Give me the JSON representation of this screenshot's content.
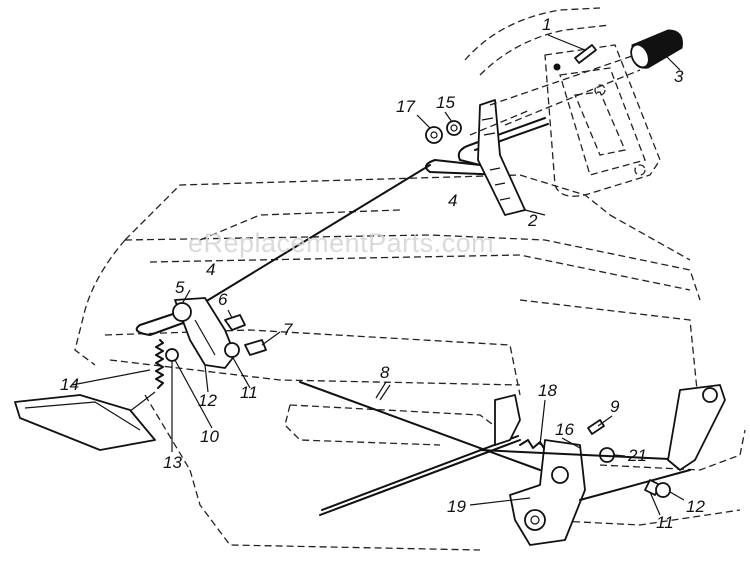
{
  "watermark": "eReplacementParts.com",
  "callouts": {
    "c1": "1",
    "c2": "2",
    "c3": "3",
    "c4_top": "4",
    "c4_left": "4",
    "c5": "5",
    "c6": "6",
    "c7": "7",
    "c8": "8",
    "c9": "9",
    "c10": "10",
    "c11_left": "11",
    "c11_right": "11",
    "c12_left": "12",
    "c12_right": "12",
    "c13": "13",
    "c14": "14",
    "c15": "15",
    "c16": "16",
    "c17": "17",
    "c18": "18",
    "c19": "19",
    "c21": "21"
  }
}
